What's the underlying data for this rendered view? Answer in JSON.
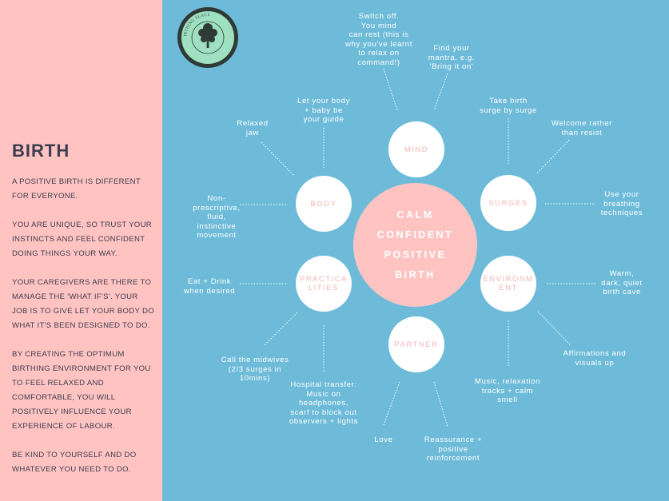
{
  "colors": {
    "left_bg": "#ffc4c2",
    "right_bg": "#6ebbd9",
    "node_text": "#f6b4b4",
    "center_fill": "#ffc4c2",
    "logo_fill": "#9fe0c0"
  },
  "logo": {
    "text": "THE HYPNOBIRTHING PLACE",
    "icon": "tree-icon"
  },
  "sidebar": {
    "title": "BIRTH",
    "paragraphs": [
      "A POSITIVE BIRTH IS DIFFERENT FOR EVERYONE.",
      "YOU ARE UNIQUE, SO TRUST YOUR INSTINCTS AND FEEL CONFIDENT DOING THINGS YOUR WAY.",
      "YOUR CAREGIVERS ARE THERE TO MANAGE THE 'WHAT IF'S'. YOUR JOB IS TO GIVE LET YOUR BODY DO WHAT IT'S BEEN DESIGNED TO DO.",
      "BY CREATING THE OPTIMUM BIRTHING ENVIRONMENT FOR YOU TO FEEL RELAXED AND COMFORTABLE, YOU WILL POSITIVELY INFLUENCE YOUR EXPERIENCE OF LABOUR.",
      "BE KIND TO YOURSELF AND DO WHATEVER YOU NEED TO DO."
    ]
  },
  "diagram": {
    "center": [
      "CALM",
      "CONFIDENT",
      "POSITIVE",
      "BIRTH"
    ],
    "nodes": {
      "mind": "MIND",
      "body": "BODY",
      "surges": "SURGES",
      "practicalities": "PRACTICALITIES",
      "environment": "ENVIRONMENT",
      "partner": "PARTNER"
    },
    "labels": {
      "switch_off": [
        "Switch off.",
        "You mind",
        "can rest (this is",
        "why you've learnt",
        "to relax on",
        "command!)"
      ],
      "find_mantra": [
        "Find your",
        "mantra. e.g.",
        "'Bring it on'"
      ],
      "let_body": [
        "Let your body",
        "+ baby be",
        "your guide"
      ],
      "relaxed_jaw": [
        "Relaxed",
        "jaw"
      ],
      "take_birth": [
        "Take birth",
        "surge by surge"
      ],
      "welcome_rather": [
        "Welcome rather",
        "than resist"
      ],
      "non_prescriptive": [
        "Non-",
        "prescriptive,",
        "fluid,",
        "instinctive",
        "movement"
      ],
      "breathing": [
        "Use your",
        "breathing",
        "techniques"
      ],
      "eat_drink": [
        "Eat + Drink",
        "when desired"
      ],
      "warm_dark": [
        "Warm,",
        "dark, quiet",
        "birth cave"
      ],
      "midwives": [
        "Call the midwives",
        "(2/3 surges in",
        "10mins)"
      ],
      "hospital": [
        "Hospital transfer:",
        "Music on",
        "headphones,",
        "scarf to block out",
        "observers + lights"
      ],
      "affirmations": [
        "Affirmations and",
        "visuals up"
      ],
      "music": [
        "Music, relaxation",
        "tracks + calm",
        "smell"
      ],
      "love": [
        "Love"
      ],
      "reassurance": [
        "Reassurance +",
        "positive",
        "reinforcement"
      ]
    }
  }
}
